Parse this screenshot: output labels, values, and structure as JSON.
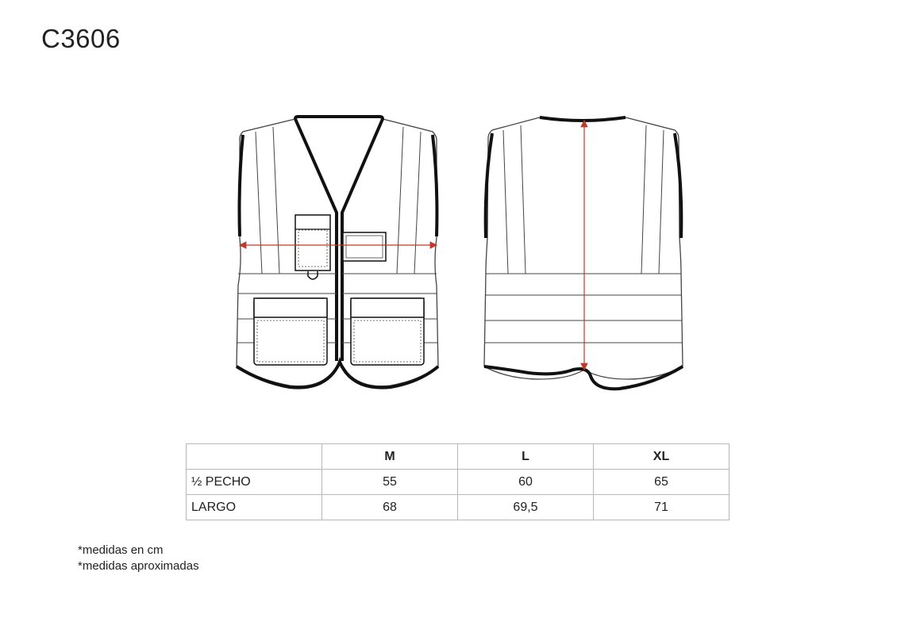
{
  "title": "C3606",
  "colors": {
    "outline": "#111111",
    "thin_line": "#444444",
    "measure": "#c0392b",
    "table_border": "#b8b8b8"
  },
  "table": {
    "headers": [
      "",
      "M",
      "L",
      "XL"
    ],
    "rows": [
      {
        "label": "½  PECHO",
        "values": [
          "55",
          "60",
          "65"
        ]
      },
      {
        "label": "LARGO",
        "values": [
          "68",
          "69,5",
          "71"
        ]
      }
    ]
  },
  "notes": [
    "*medidas en cm",
    "*medidas aproximadas"
  ]
}
